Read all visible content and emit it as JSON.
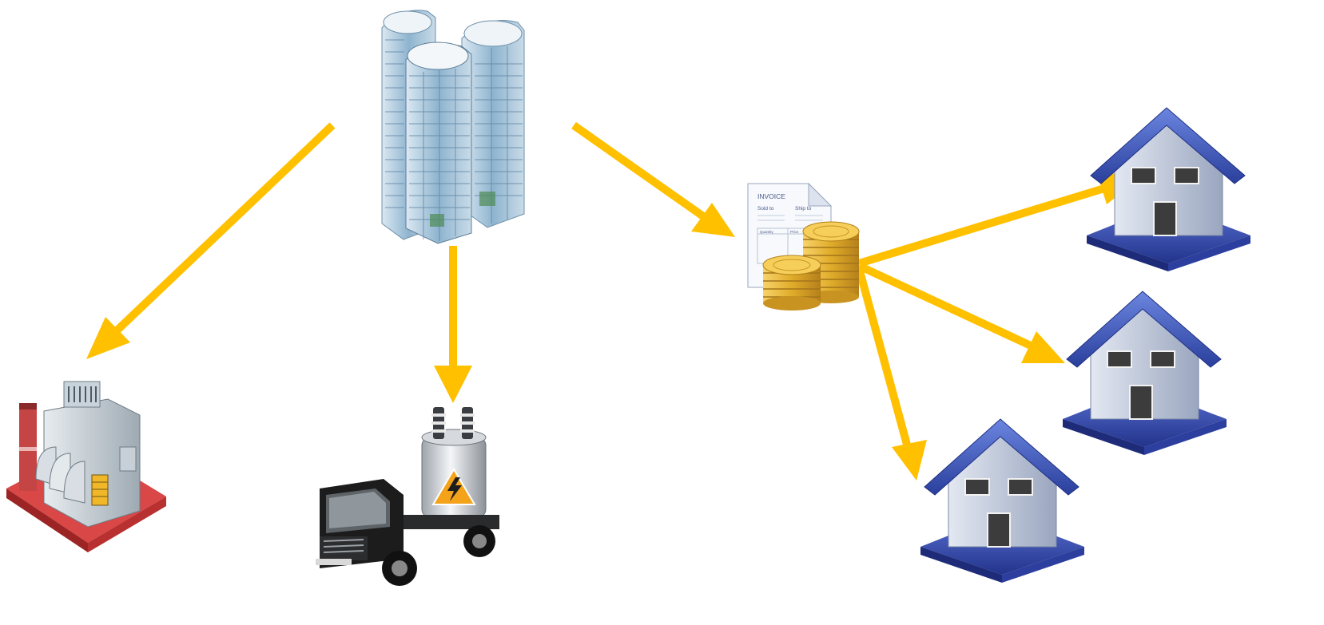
{
  "diagram": {
    "nodes": [
      {
        "id": "office-towers",
        "icon": "office-towers-icon"
      },
      {
        "id": "power-plant",
        "icon": "power-plant-icon"
      },
      {
        "id": "transformer-truck",
        "icon": "transformer-truck-icon"
      },
      {
        "id": "invoice-coins",
        "icon": "invoice-coins-icon"
      },
      {
        "id": "house-top",
        "icon": "house-icon"
      },
      {
        "id": "house-middle",
        "icon": "house-icon"
      },
      {
        "id": "house-bottom",
        "icon": "house-icon"
      }
    ],
    "edges": [
      {
        "from": "office-towers",
        "to": "power-plant"
      },
      {
        "from": "office-towers",
        "to": "transformer-truck"
      },
      {
        "from": "office-towers",
        "to": "invoice-coins"
      },
      {
        "from": "invoice-coins",
        "to": "house-top"
      },
      {
        "from": "invoice-coins",
        "to": "house-middle"
      },
      {
        "from": "invoice-coins",
        "to": "house-bottom"
      }
    ],
    "arrow_color": "#FFC000"
  },
  "invoice": {
    "title": "INVOICE",
    "sold_to": "Sold to",
    "ship_to": "Ship to",
    "quantity": "Quantity",
    "price": "Price"
  },
  "colors": {
    "house_roof": "#3c55b8",
    "house_wall": "#b9c2d6",
    "coin": "#e0ac2a",
    "truck": "#1c1c1c",
    "plant_base": "#d54040"
  }
}
